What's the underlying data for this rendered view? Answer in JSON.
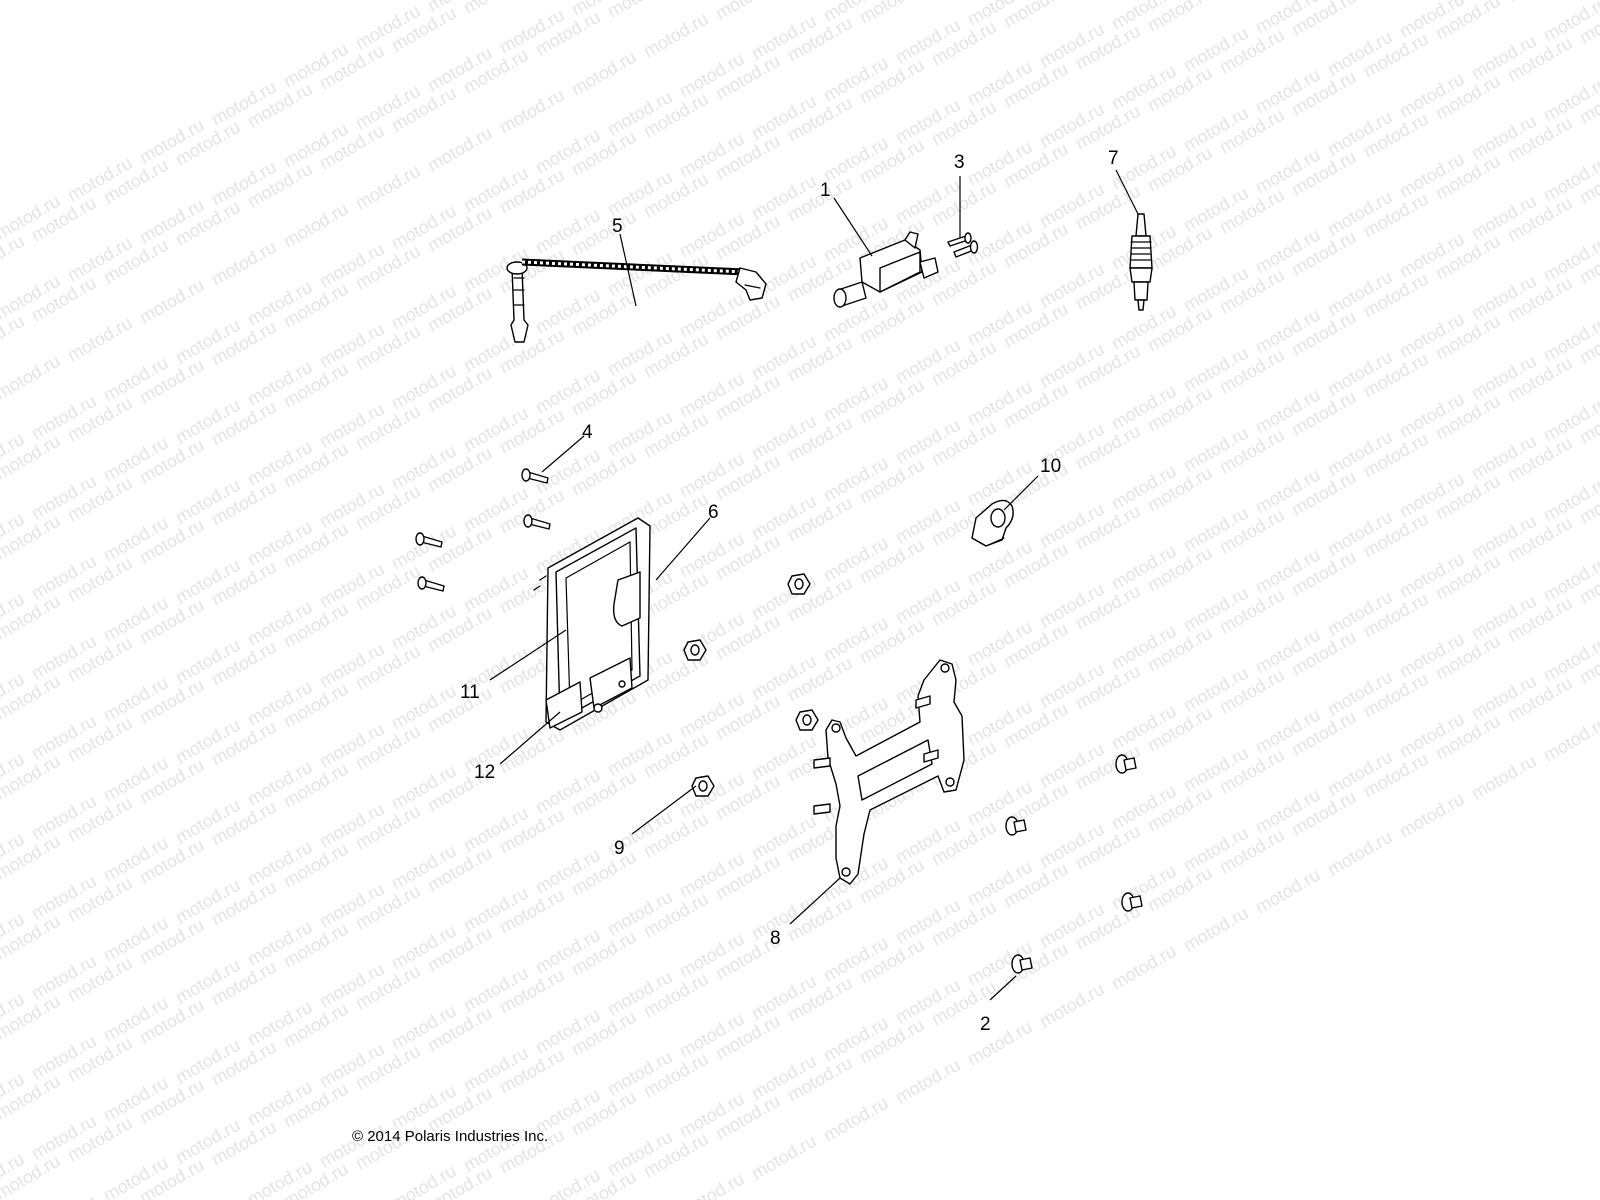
{
  "watermark": {
    "text": "motod.ru",
    "color": "#e4e4e4"
  },
  "callouts": [
    {
      "id": "1",
      "label": "1"
    },
    {
      "id": "2",
      "label": "2"
    },
    {
      "id": "3",
      "label": "3"
    },
    {
      "id": "4",
      "label": "4"
    },
    {
      "id": "5",
      "label": "5"
    },
    {
      "id": "6",
      "label": "6"
    },
    {
      "id": "7",
      "label": "7"
    },
    {
      "id": "8",
      "label": "8"
    },
    {
      "id": "9",
      "label": "9"
    },
    {
      "id": "10",
      "label": "10"
    },
    {
      "id": "11",
      "label": "11"
    },
    {
      "id": "12",
      "label": "12"
    }
  ],
  "copyright": "© 2014 Polaris Industries Inc."
}
